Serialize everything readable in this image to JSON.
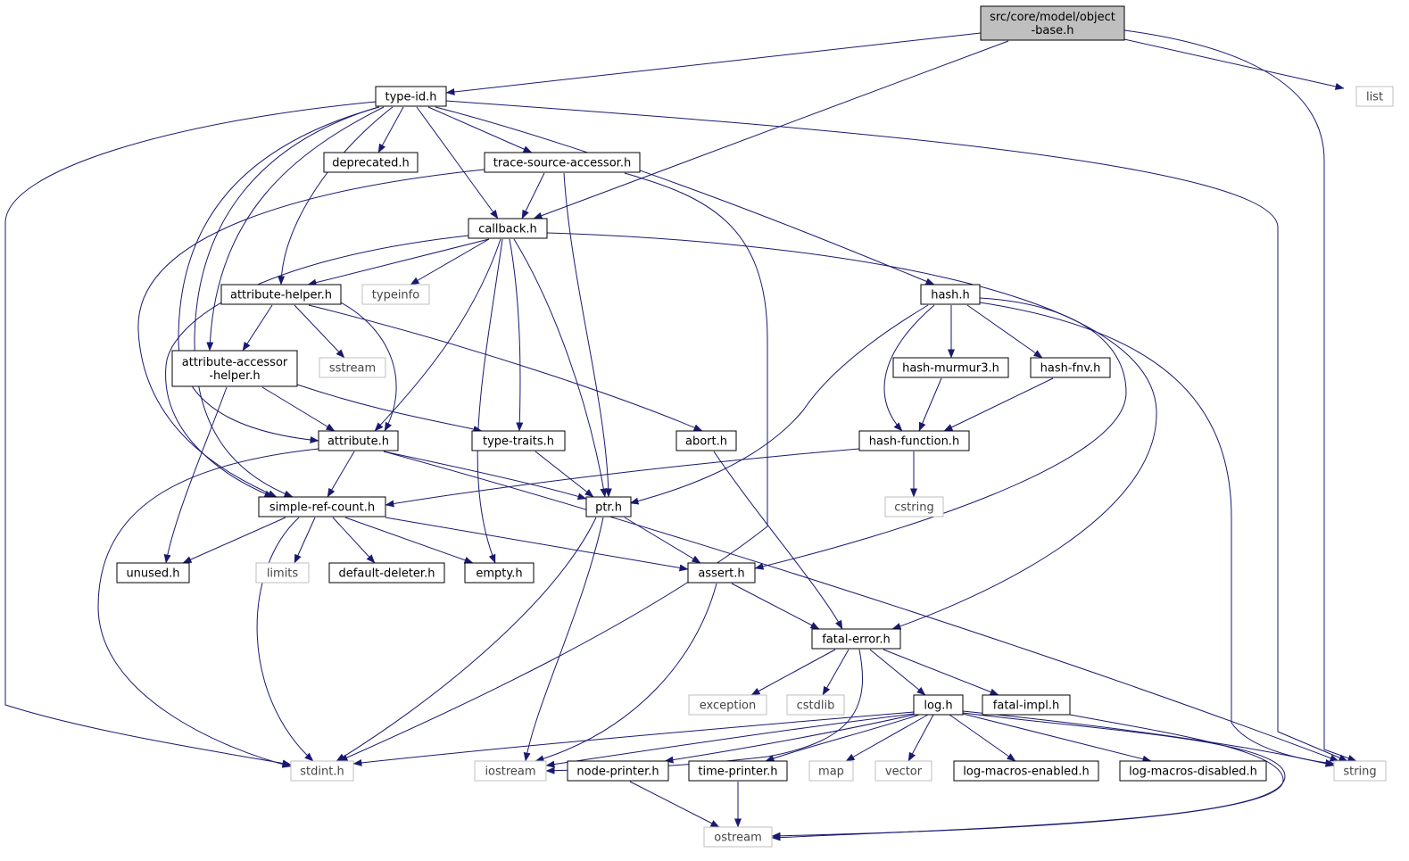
{
  "diagram": {
    "colors": {
      "edge": "#191970",
      "box_internal": "#000000",
      "box_external": "#bfbfbf",
      "root_fill": "#bfbfbf",
      "text_internal": "#000000",
      "text_external": "#444444"
    },
    "nodes": [
      {
        "id": "object-base",
        "label": "src/core/model/object\n-base.h",
        "kind": "root"
      },
      {
        "id": "type-id",
        "label": "type-id.h",
        "kind": "internal"
      },
      {
        "id": "list",
        "label": "list",
        "kind": "external"
      },
      {
        "id": "deprecated",
        "label": "deprecated.h",
        "kind": "internal"
      },
      {
        "id": "trace-source-accessor",
        "label": "trace-source-accessor.h",
        "kind": "internal"
      },
      {
        "id": "callback",
        "label": "callback.h",
        "kind": "internal"
      },
      {
        "id": "attribute-helper",
        "label": "attribute-helper.h",
        "kind": "internal"
      },
      {
        "id": "typeinfo",
        "label": "typeinfo",
        "kind": "external"
      },
      {
        "id": "hash",
        "label": "hash.h",
        "kind": "internal"
      },
      {
        "id": "attribute-accessor-helper",
        "label": "attribute-accessor\n-helper.h",
        "kind": "internal"
      },
      {
        "id": "sstream",
        "label": "sstream",
        "kind": "external"
      },
      {
        "id": "hash-murmur3",
        "label": "hash-murmur3.h",
        "kind": "internal"
      },
      {
        "id": "hash-fnv",
        "label": "hash-fnv.h",
        "kind": "internal"
      },
      {
        "id": "attribute",
        "label": "attribute.h",
        "kind": "internal"
      },
      {
        "id": "type-traits",
        "label": "type-traits.h",
        "kind": "internal"
      },
      {
        "id": "abort",
        "label": "abort.h",
        "kind": "internal"
      },
      {
        "id": "hash-function",
        "label": "hash-function.h",
        "kind": "internal"
      },
      {
        "id": "simple-ref-count",
        "label": "simple-ref-count.h",
        "kind": "internal"
      },
      {
        "id": "ptr",
        "label": "ptr.h",
        "kind": "internal"
      },
      {
        "id": "cstring",
        "label": "cstring",
        "kind": "external"
      },
      {
        "id": "unused",
        "label": "unused.h",
        "kind": "internal"
      },
      {
        "id": "limits",
        "label": "limits",
        "kind": "external"
      },
      {
        "id": "default-deleter",
        "label": "default-deleter.h",
        "kind": "internal"
      },
      {
        "id": "empty",
        "label": "empty.h",
        "kind": "internal"
      },
      {
        "id": "assert",
        "label": "assert.h",
        "kind": "internal"
      },
      {
        "id": "fatal-error",
        "label": "fatal-error.h",
        "kind": "internal"
      },
      {
        "id": "exception",
        "label": "exception",
        "kind": "external"
      },
      {
        "id": "cstdlib",
        "label": "cstdlib",
        "kind": "external"
      },
      {
        "id": "log",
        "label": "log.h",
        "kind": "internal"
      },
      {
        "id": "fatal-impl",
        "label": "fatal-impl.h",
        "kind": "internal"
      },
      {
        "id": "stdint",
        "label": "stdint.h",
        "kind": "external"
      },
      {
        "id": "iostream",
        "label": "iostream",
        "kind": "external"
      },
      {
        "id": "node-printer",
        "label": "node-printer.h",
        "kind": "internal"
      },
      {
        "id": "time-printer",
        "label": "time-printer.h",
        "kind": "internal"
      },
      {
        "id": "map",
        "label": "map",
        "kind": "external"
      },
      {
        "id": "vector",
        "label": "vector",
        "kind": "external"
      },
      {
        "id": "log-macros-enabled",
        "label": "log-macros-enabled.h",
        "kind": "internal"
      },
      {
        "id": "log-macros-disabled",
        "label": "log-macros-disabled.h",
        "kind": "internal"
      },
      {
        "id": "string",
        "label": "string",
        "kind": "external"
      },
      {
        "id": "ostream",
        "label": "ostream",
        "kind": "external"
      }
    ],
    "edges": [
      {
        "from": "object-base",
        "to": "type-id"
      },
      {
        "from": "object-base",
        "to": "callback"
      },
      {
        "from": "object-base",
        "to": "list"
      },
      {
        "from": "object-base",
        "to": "string"
      },
      {
        "from": "type-id",
        "to": "deprecated"
      },
      {
        "from": "type-id",
        "to": "trace-source-accessor"
      },
      {
        "from": "type-id",
        "to": "callback"
      },
      {
        "from": "type-id",
        "to": "attribute-helper"
      },
      {
        "from": "type-id",
        "to": "attribute-accessor-helper"
      },
      {
        "from": "type-id",
        "to": "attribute"
      },
      {
        "from": "type-id",
        "to": "simple-ref-count"
      },
      {
        "from": "type-id",
        "to": "hash"
      },
      {
        "from": "type-id",
        "to": "stdint"
      },
      {
        "from": "type-id",
        "to": "string"
      },
      {
        "from": "trace-source-accessor",
        "to": "callback"
      },
      {
        "from": "trace-source-accessor",
        "to": "ptr"
      },
      {
        "from": "trace-source-accessor",
        "to": "simple-ref-count"
      },
      {
        "from": "trace-source-accessor",
        "to": "stdint"
      },
      {
        "from": "callback",
        "to": "attribute-helper"
      },
      {
        "from": "callback",
        "to": "typeinfo"
      },
      {
        "from": "callback",
        "to": "attribute"
      },
      {
        "from": "callback",
        "to": "type-traits"
      },
      {
        "from": "callback",
        "to": "ptr"
      },
      {
        "from": "callback",
        "to": "simple-ref-count"
      },
      {
        "from": "callback",
        "to": "empty"
      },
      {
        "from": "callback",
        "to": "fatal-error"
      },
      {
        "from": "attribute-helper",
        "to": "attribute-accessor-helper"
      },
      {
        "from": "attribute-helper",
        "to": "sstream"
      },
      {
        "from": "attribute-helper",
        "to": "abort"
      },
      {
        "from": "attribute-helper",
        "to": "attribute"
      },
      {
        "from": "attribute-accessor-helper",
        "to": "attribute"
      },
      {
        "from": "attribute-accessor-helper",
        "to": "type-traits"
      },
      {
        "from": "attribute-accessor-helper",
        "to": "unused"
      },
      {
        "from": "hash",
        "to": "hash-murmur3"
      },
      {
        "from": "hash",
        "to": "hash-fnv"
      },
      {
        "from": "hash",
        "to": "hash-function"
      },
      {
        "from": "hash",
        "to": "ptr"
      },
      {
        "from": "hash",
        "to": "assert"
      },
      {
        "from": "hash",
        "to": "string"
      },
      {
        "from": "hash-murmur3",
        "to": "hash-function"
      },
      {
        "from": "hash-fnv",
        "to": "hash-function"
      },
      {
        "from": "hash-function",
        "to": "cstring"
      },
      {
        "from": "hash-function",
        "to": "simple-ref-count"
      },
      {
        "from": "attribute",
        "to": "simple-ref-count"
      },
      {
        "from": "attribute",
        "to": "ptr"
      },
      {
        "from": "attribute",
        "to": "stdint"
      },
      {
        "from": "attribute",
        "to": "string"
      },
      {
        "from": "type-traits",
        "to": "ptr"
      },
      {
        "from": "abort",
        "to": "fatal-error"
      },
      {
        "from": "simple-ref-count",
        "to": "unused"
      },
      {
        "from": "simple-ref-count",
        "to": "limits"
      },
      {
        "from": "simple-ref-count",
        "to": "default-deleter"
      },
      {
        "from": "simple-ref-count",
        "to": "empty"
      },
      {
        "from": "simple-ref-count",
        "to": "assert"
      },
      {
        "from": "simple-ref-count",
        "to": "stdint"
      },
      {
        "from": "ptr",
        "to": "assert"
      },
      {
        "from": "ptr",
        "to": "stdint"
      },
      {
        "from": "ptr",
        "to": "iostream"
      },
      {
        "from": "assert",
        "to": "fatal-error"
      },
      {
        "from": "assert",
        "to": "iostream"
      },
      {
        "from": "fatal-error",
        "to": "exception"
      },
      {
        "from": "fatal-error",
        "to": "cstdlib"
      },
      {
        "from": "fatal-error",
        "to": "log"
      },
      {
        "from": "fatal-error",
        "to": "fatal-impl"
      },
      {
        "from": "fatal-error",
        "to": "iostream"
      },
      {
        "from": "log",
        "to": "stdint"
      },
      {
        "from": "log",
        "to": "iostream"
      },
      {
        "from": "log",
        "to": "node-printer"
      },
      {
        "from": "log",
        "to": "time-printer"
      },
      {
        "from": "log",
        "to": "map"
      },
      {
        "from": "log",
        "to": "vector"
      },
      {
        "from": "log",
        "to": "log-macros-enabled"
      },
      {
        "from": "log",
        "to": "log-macros-disabled"
      },
      {
        "from": "log",
        "to": "string"
      },
      {
        "from": "log",
        "to": "ostream"
      },
      {
        "from": "fatal-impl",
        "to": "ostream"
      },
      {
        "from": "node-printer",
        "to": "ostream"
      },
      {
        "from": "time-printer",
        "to": "ostream"
      }
    ]
  }
}
